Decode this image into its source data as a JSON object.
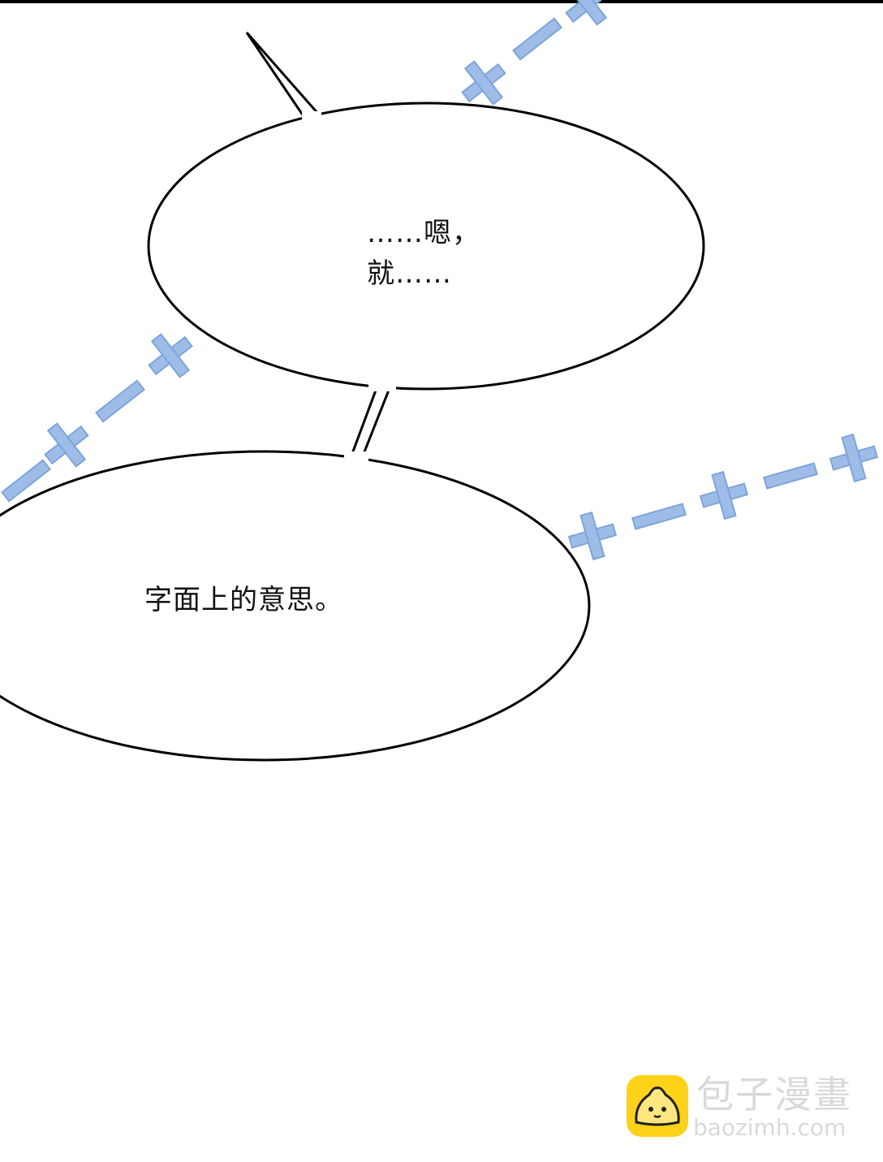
{
  "panel": {
    "bubble_top": {
      "lines": [
        "……嗯，",
        "就……"
      ]
    },
    "bubble_bottom": {
      "lines": [
        "字面上的意思。"
      ]
    }
  },
  "decoration": {
    "line_color": "#9dbde8",
    "line_stroke_color": "#7ea4d9",
    "bubble_stroke": "#000000"
  },
  "watermark": {
    "name": "包子漫畫",
    "url": "baozimh.com",
    "logo_color": "#ffd21a"
  }
}
